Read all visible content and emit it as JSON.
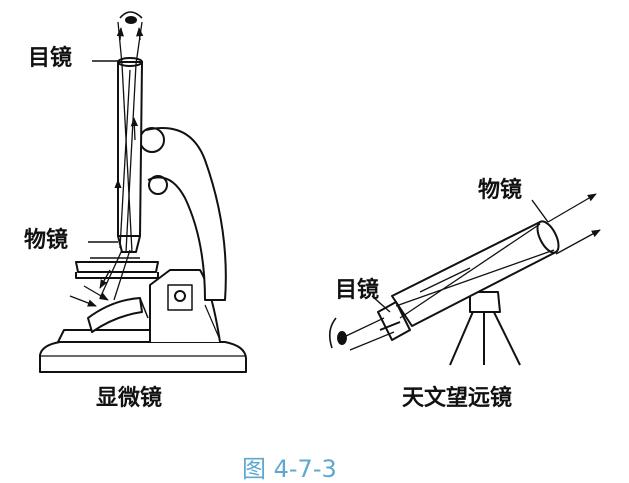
{
  "microscope": {
    "eyepiece_label": "目镜",
    "objective_label": "物镜",
    "caption": "显微镜"
  },
  "telescope": {
    "objective_label": "物镜",
    "eyepiece_label": "目镜",
    "caption": "天文望远镜"
  },
  "figure_number": "图 4-7-3",
  "colors": {
    "line": "#111111",
    "caption_blue": "#5fa8cf"
  }
}
